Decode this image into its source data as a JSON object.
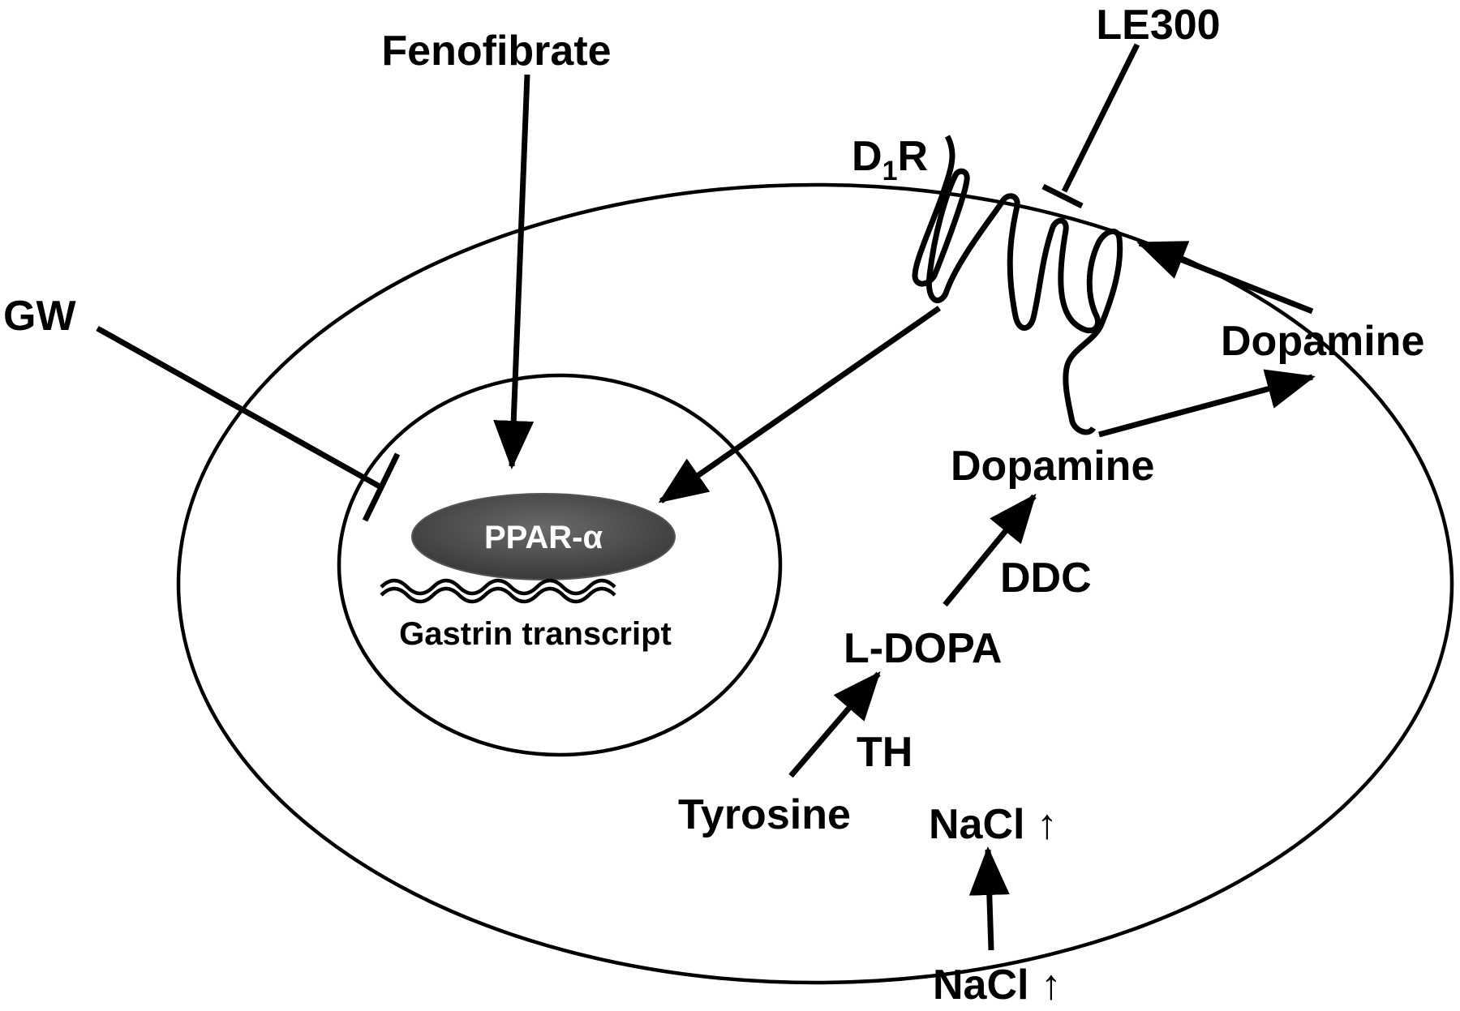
{
  "labels": {
    "fenofibrate": "Fenofibrate",
    "le300": "LE300",
    "d1r_main": "D",
    "d1r_sub": "1",
    "d1r_tail": "R",
    "gw": "GW",
    "dopamine_outside": "Dopamine",
    "dopamine_inside": "Dopamine",
    "ppar": "PPAR-α",
    "gastrin": "Gastrin transcript",
    "ddc": "DDC",
    "ldopa": "L-DOPA",
    "th": "TH",
    "tyrosine": "Tyrosine",
    "nacl_inside": "NaCl ↑",
    "nacl_outside": "NaCl ↑"
  },
  "colors": {
    "line": "#000000",
    "ppar_fill": "#4a4a4a",
    "ppar_text": "#ffffff",
    "background": "#ffffff"
  }
}
